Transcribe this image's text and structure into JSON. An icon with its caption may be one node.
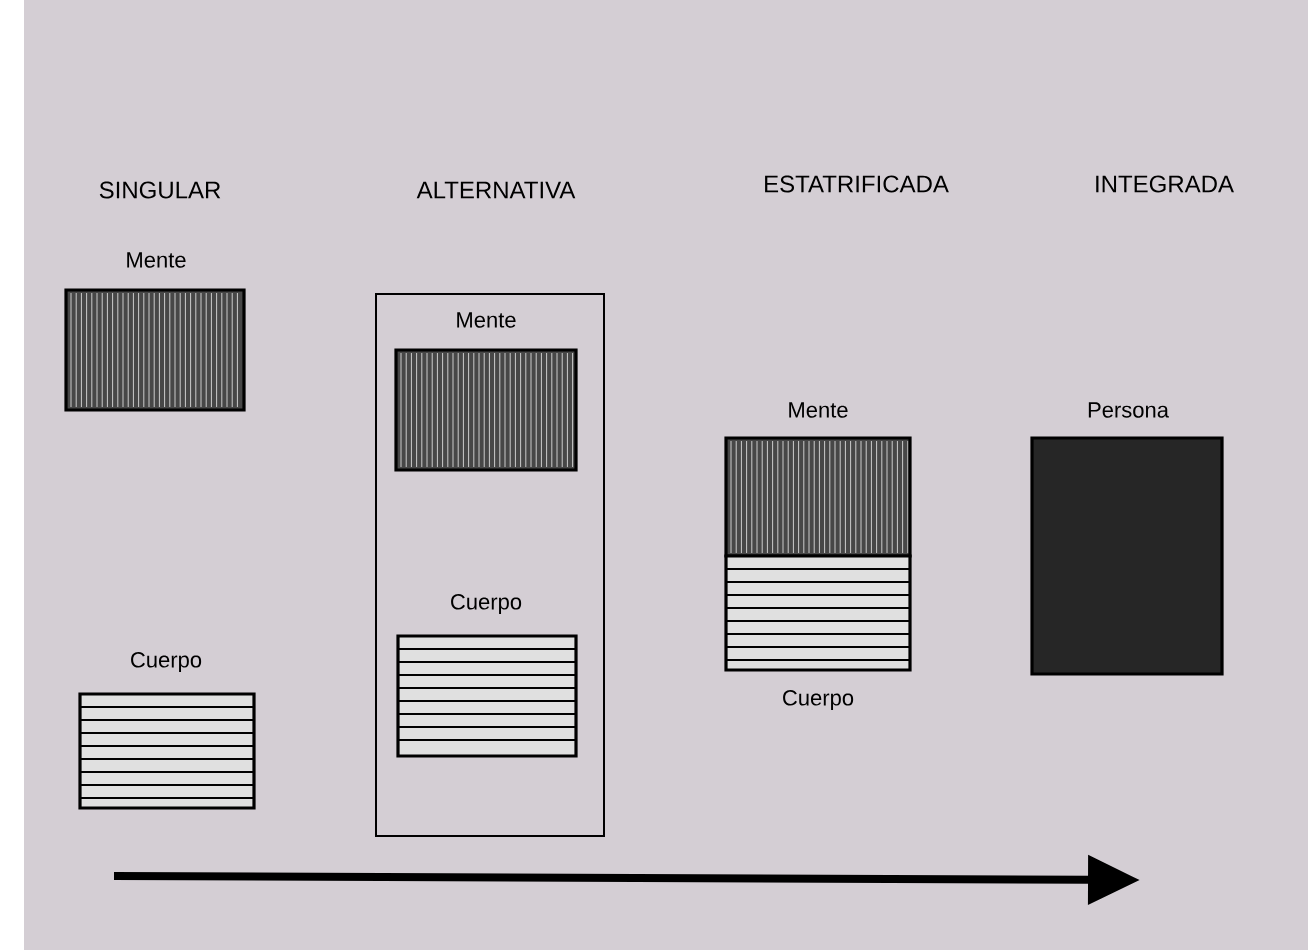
{
  "diagram": {
    "nodes": [
      {
        "text": [
          "Mente"
        ]
      },
      {
        "text": [
          "Cuerpo"
        ]
      },
      {
        "text": [],
        "shape": "box"
      },
      {
        "text": [
          "Mente"
        ],
        "in": 2
      },
      {
        "text": [
          "Cuerpo"
        ],
        "in": 2
      },
      {
        "text": [
          "Mente"
        ]
      },
      {
        "text": [
          "Cuerpo"
        ]
      },
      {
        "text": [
          "Persona"
        ]
      }
    ],
    "labels": [
      "SINGULAR",
      "ALTERNATIVA",
      "ESTATRIFICADA",
      "INTEGRADA"
    ]
  }
}
